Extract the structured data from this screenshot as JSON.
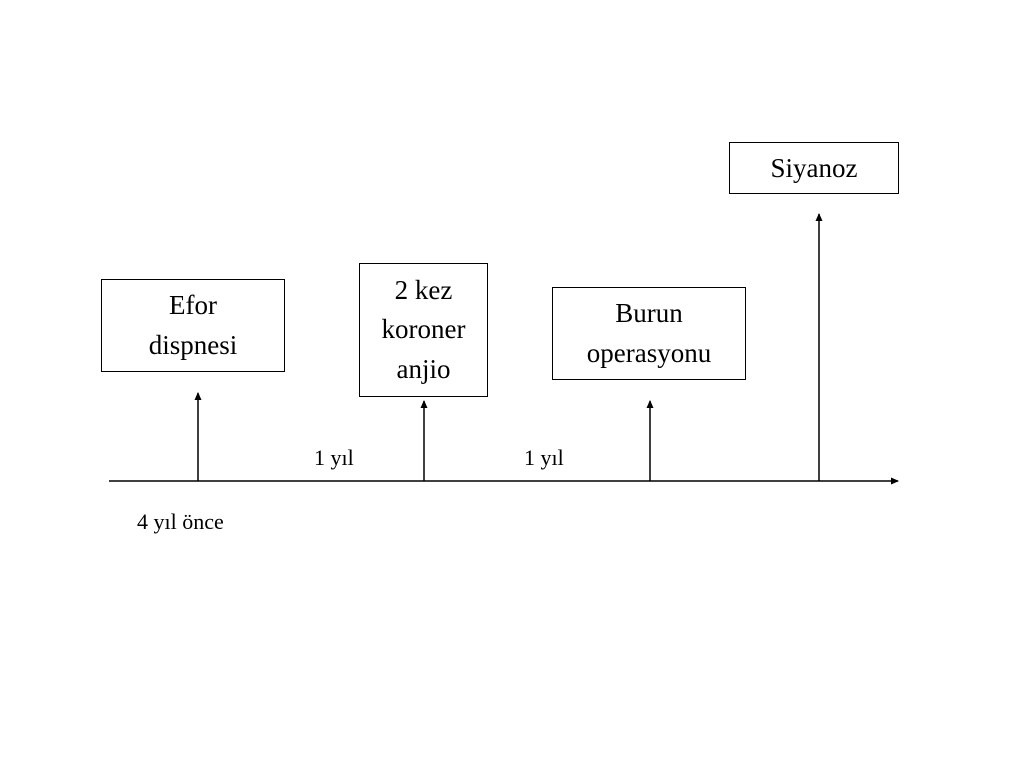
{
  "diagram": {
    "events": [
      {
        "id": "efor",
        "label": "Efor\ndispnesi"
      },
      {
        "id": "koroner",
        "label": "2 kez\nkoroner\nanjio"
      },
      {
        "id": "burun",
        "label": "Burun\noperasyonu"
      },
      {
        "id": "siyanoz",
        "label": "Siyanoz"
      }
    ],
    "intervals": [
      "1 yıl",
      "1 yıl"
    ],
    "start_label": "4 yıl önce",
    "line_color": "#000000",
    "background_color": "#ffffff"
  }
}
